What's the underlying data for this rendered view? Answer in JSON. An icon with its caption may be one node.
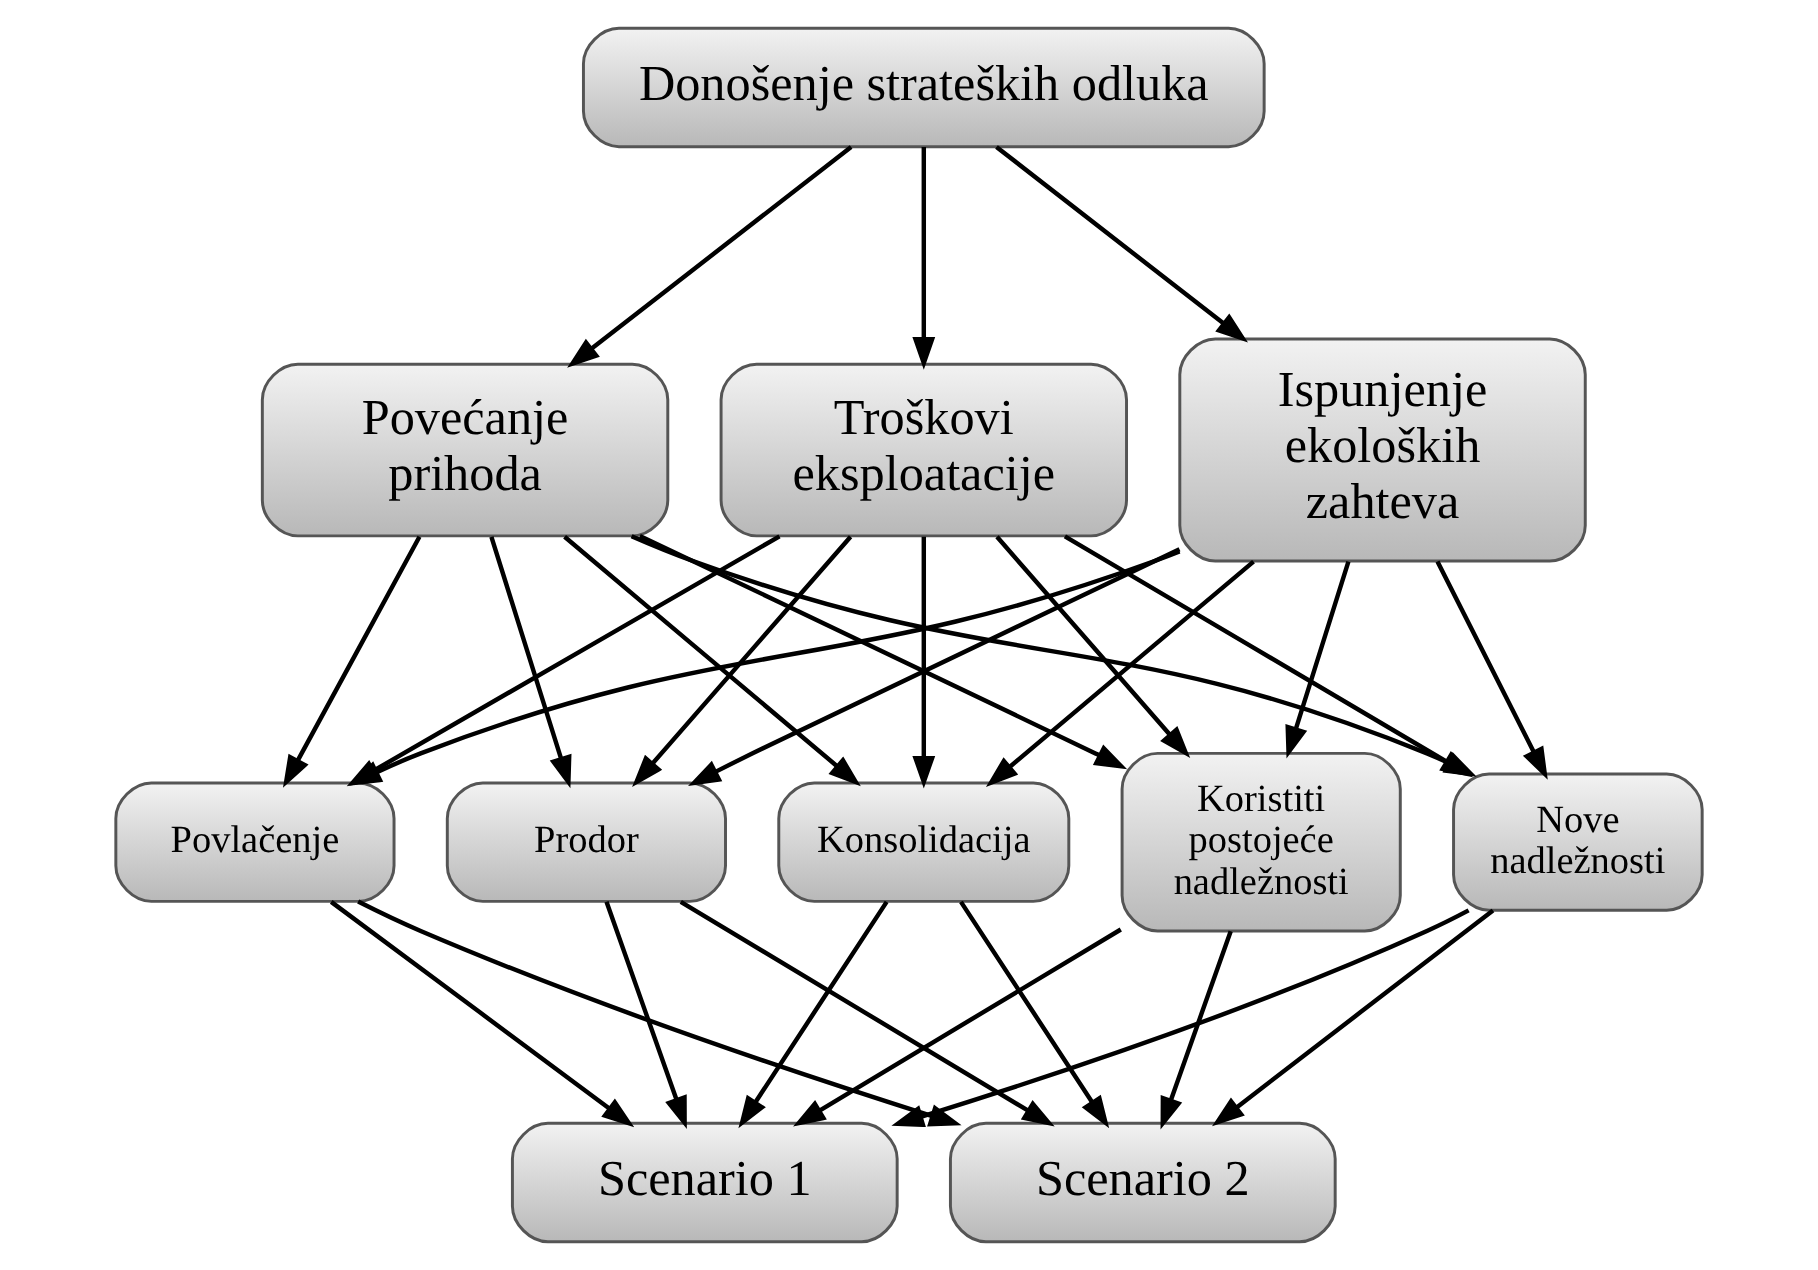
{
  "diagram": {
    "nodes": [
      {
        "text": [
          "Donošenje strateških odluka"
        ]
      },
      {
        "text": [
          "Povećanje prihoda"
        ]
      },
      {
        "text": [
          "Troškovi eksploatacije"
        ]
      },
      {
        "text": [
          "Ispunjenje ekoloških zahteva"
        ]
      },
      {
        "text": [
          "Povlačenje"
        ]
      },
      {
        "text": [
          "Prodor"
        ]
      },
      {
        "text": [
          "Konsolidacija"
        ]
      },
      {
        "text": [
          "Koristiti postojeće nadležnosti"
        ]
      },
      {
        "text": [
          "Nove nadležnosti"
        ]
      },
      {
        "text": [
          "Scenario 1"
        ]
      },
      {
        "text": [
          "Scenario 2"
        ]
      }
    ],
    "edges": [
      {
        "from": 0,
        "to": 1,
        "arrow": "to"
      },
      {
        "from": 0,
        "to": 2,
        "arrow": "to"
      },
      {
        "from": 0,
        "to": 3,
        "arrow": "to"
      },
      {
        "from": 1,
        "to": 4,
        "arrow": "to"
      },
      {
        "from": 1,
        "to": 5,
        "arrow": "to"
      },
      {
        "from": 1,
        "to": 6,
        "arrow": "to"
      },
      {
        "from": 1,
        "to": 7,
        "arrow": "to"
      },
      {
        "from": 1,
        "to": 8,
        "arrow": "to"
      },
      {
        "from": 2,
        "to": 4,
        "arrow": "to"
      },
      {
        "from": 2,
        "to": 5,
        "arrow": "to"
      },
      {
        "from": 2,
        "to": 6,
        "arrow": "to"
      },
      {
        "from": 2,
        "to": 7,
        "arrow": "to"
      },
      {
        "from": 2,
        "to": 8,
        "arrow": "to"
      },
      {
        "from": 3,
        "to": 4,
        "arrow": "to"
      },
      {
        "from": 3,
        "to": 5,
        "arrow": "to"
      },
      {
        "from": 3,
        "to": 6,
        "arrow": "to"
      },
      {
        "from": 3,
        "to": 7,
        "arrow": "to"
      },
      {
        "from": 3,
        "to": 8,
        "arrow": "to"
      },
      {
        "from": 4,
        "to": 9,
        "arrow": "to"
      },
      {
        "from": 4,
        "to": 10,
        "arrow": "to"
      },
      {
        "from": 5,
        "to": 9,
        "arrow": "to"
      },
      {
        "from": 5,
        "to": 10,
        "arrow": "to"
      },
      {
        "from": 6,
        "to": 9,
        "arrow": "to"
      },
      {
        "from": 6,
        "to": 10,
        "arrow": "to"
      },
      {
        "from": 7,
        "to": 9,
        "arrow": "to"
      },
      {
        "from": 7,
        "to": 10,
        "arrow": "to"
      },
      {
        "from": 8,
        "to": 9,
        "arrow": "to"
      },
      {
        "from": 8,
        "to": 10,
        "arrow": "to"
      }
    ]
  }
}
